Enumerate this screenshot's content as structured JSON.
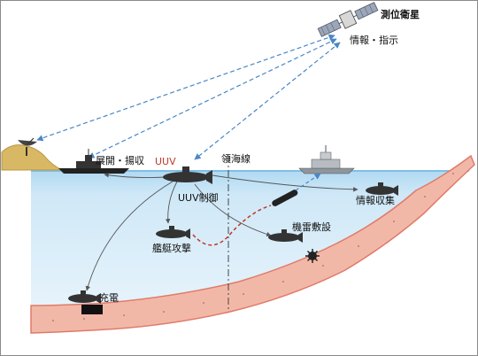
{
  "labels": {
    "satellite": "測位衛星",
    "info_command": "情報・指示",
    "deploy_recover": "展開・揚収",
    "uuv": "UUV",
    "territorial_line": "領海線",
    "uuv_control": "UUV制御",
    "info_collection": "情報収集",
    "mine_laying": "機雷敷設",
    "ship_attack": "艦艇攻撃",
    "charging": "充電"
  },
  "colors": {
    "sea": "#cfe8f7",
    "sea_surface": "#9fd1ef",
    "seabed": "#f2b8a7",
    "seabed_edge": "#e07a6a",
    "land": "#d9b865",
    "comm_link": "#4a86c5",
    "attack_path": "#c0392b",
    "uuv_red_label": "#c0392b"
  },
  "icons": {
    "satellite": "satellite-icon",
    "ground_antenna": "antenna-icon",
    "ships": [
      "warship-icon",
      "warship-icon"
    ],
    "uuvs": [
      "uuv-icon",
      "uuv-icon",
      "uuv-icon",
      "uuv-icon",
      "uuv-icon"
    ],
    "mine": "naval-mine-icon",
    "torpedo": "torpedo-icon",
    "charger": "charging-station-icon"
  }
}
